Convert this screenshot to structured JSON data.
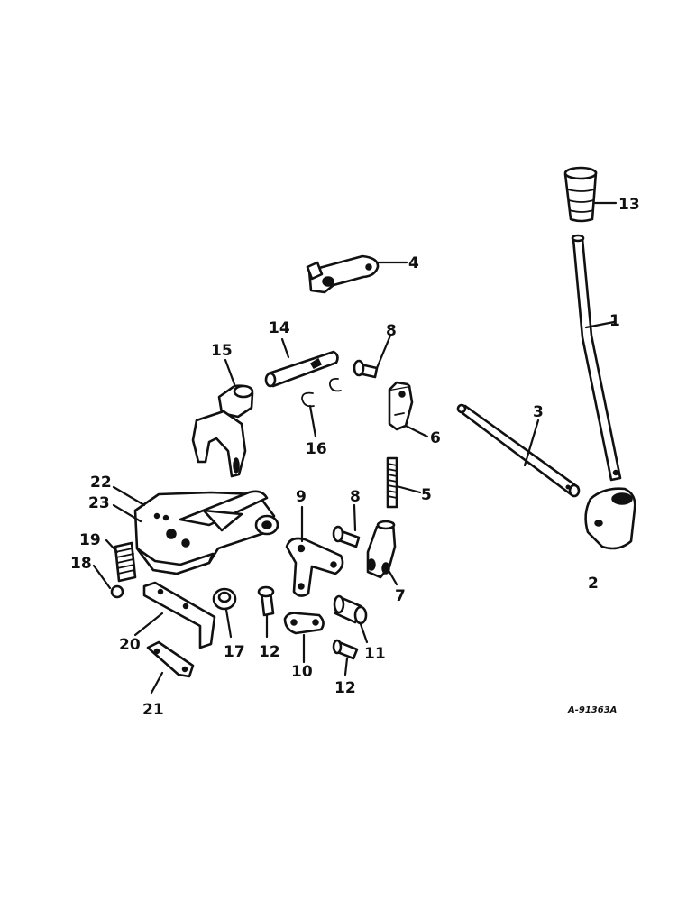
{
  "diagram": {
    "drawing_number": "A-91363A",
    "callouts": [
      "1",
      "2",
      "3",
      "4",
      "5",
      "6",
      "7",
      "8",
      "9",
      "10",
      "11",
      "12",
      "13",
      "14",
      "15",
      "16",
      "17",
      "18",
      "19",
      "20",
      "21",
      "22",
      "23"
    ],
    "callout_8_second": "8",
    "callout_12_second": "12"
  }
}
